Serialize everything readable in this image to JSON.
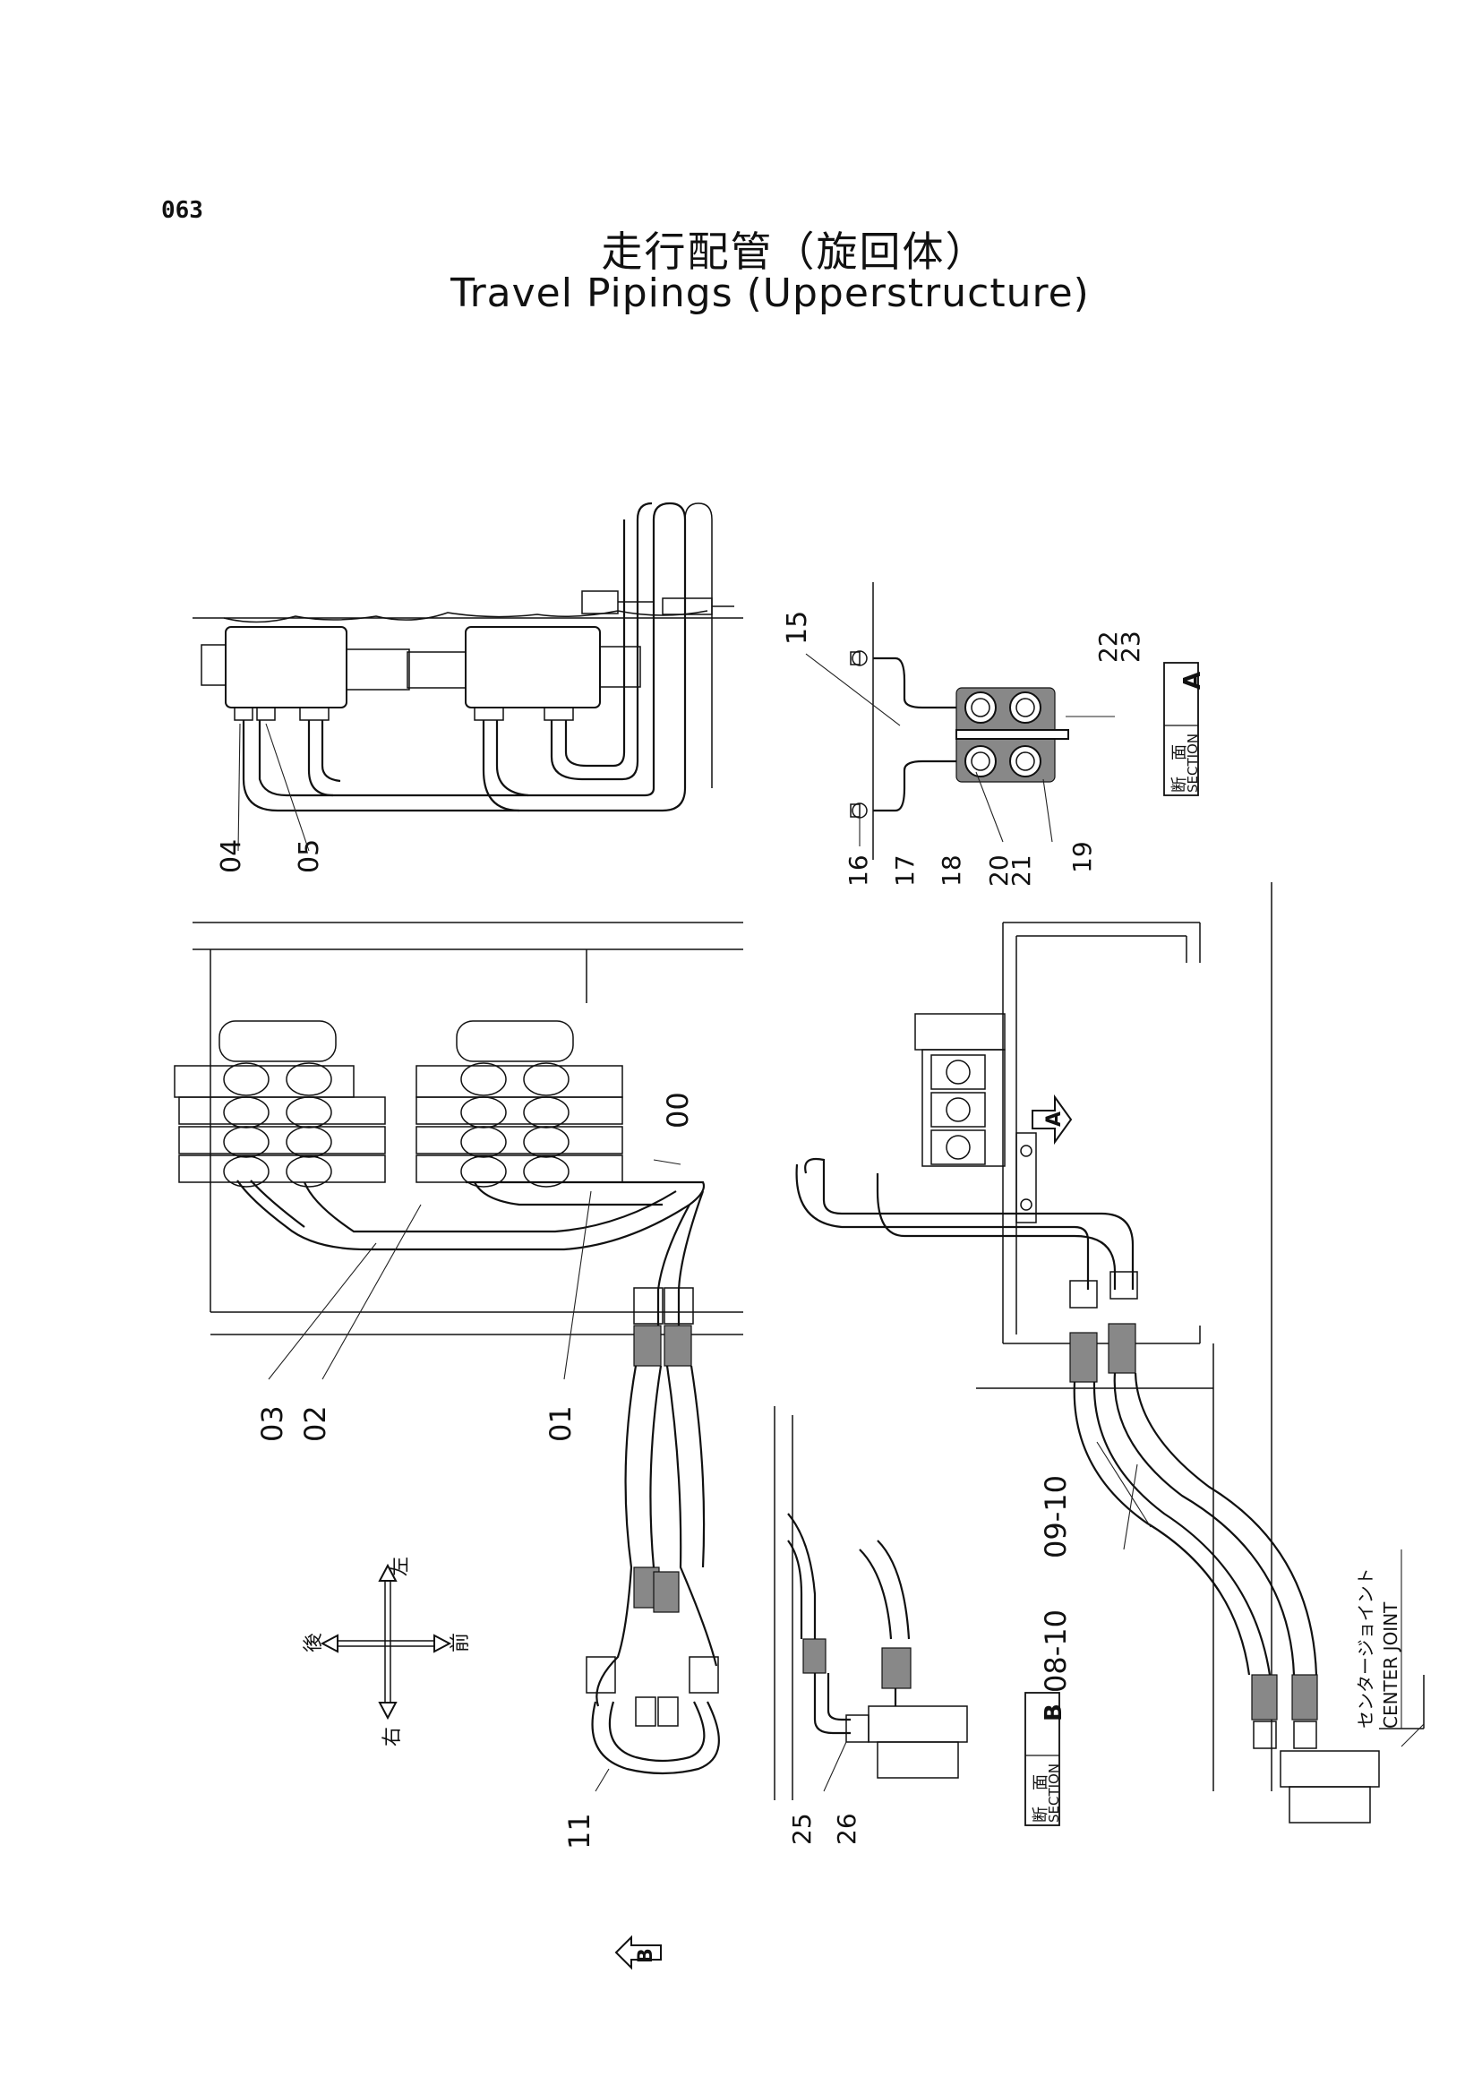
{
  "header": {
    "page_number": "063",
    "title_jp": "走行配管（旋回体）",
    "title_en": "Travel Pipings (Upperstructure)"
  },
  "callouts": {
    "c00": "00",
    "c01": "01",
    "c02": "02",
    "c03": "03",
    "c04": "04",
    "c05": "05",
    "c08_10": "08-10",
    "c09_10": "09-10",
    "c11": "11",
    "c15": "15",
    "c16": "16",
    "c17": "17",
    "c18": "18",
    "c19": "19",
    "c20": "20",
    "c21": "21",
    "c22": "22",
    "c23": "23",
    "c25": "25",
    "c26": "26"
  },
  "section_a": {
    "jp": "断　面",
    "en": "SECTION",
    "letter": "A"
  },
  "section_b": {
    "jp": "断　面",
    "en": "SECTION",
    "letter": "B"
  },
  "view_markers": {
    "a": "A",
    "b": "B"
  },
  "center_joint": {
    "jp": "センタージョイント",
    "en": "CENTER JOINT"
  },
  "compass": {
    "left": "左",
    "right": "右",
    "front": "前",
    "rear": "後"
  }
}
